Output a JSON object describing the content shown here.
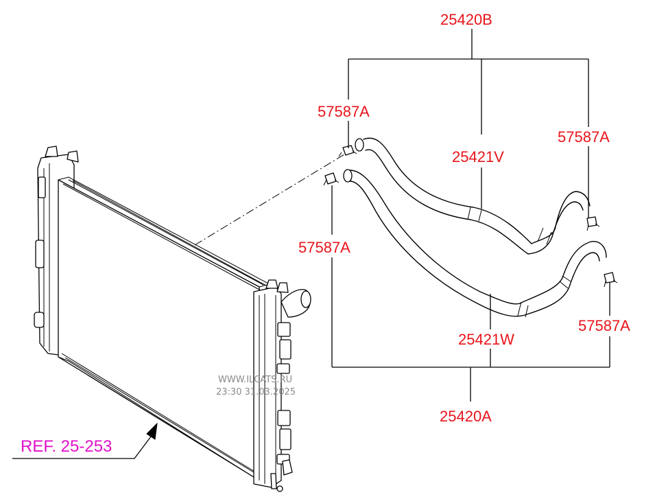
{
  "labels": {
    "hose_assy_upper": "25420B",
    "hose_assy_lower": "25420A",
    "hose_upper": "25421V",
    "hose_lower": "25421W",
    "clamp_upper_left": "57587A",
    "clamp_upper_right": "57587A",
    "clamp_lower_left": "57587A",
    "clamp_lower_right": "57587A"
  },
  "reference": "REF. 25-253",
  "watermark": {
    "site": "WWW.ILCATS.RU",
    "datetime": "23:30 31.03.2025"
  },
  "colors": {
    "part_number": "#e8141b",
    "reference": "#e010c8",
    "watermark": "#8a8a8a",
    "lines": "#000000"
  }
}
